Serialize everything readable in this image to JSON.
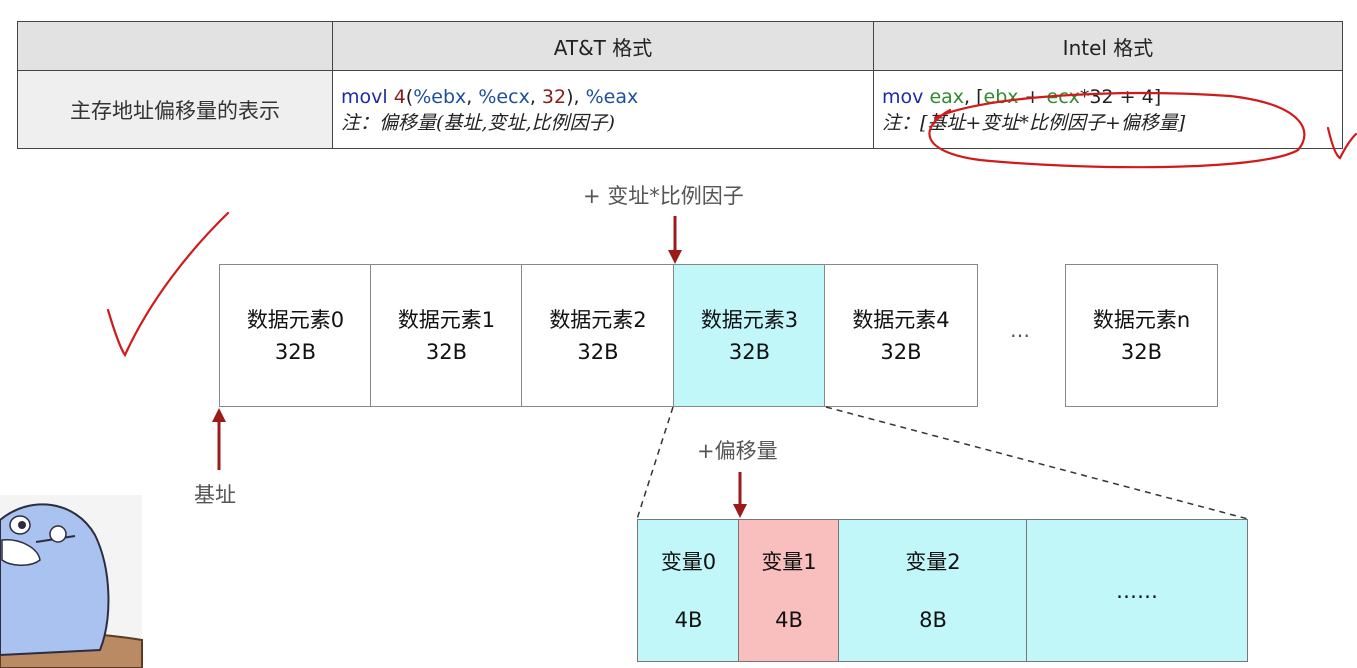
{
  "table": {
    "header_att": "AT&T 格式",
    "header_intel": "Intel 格式",
    "row_label": "主存地址偏移量的表示",
    "att": {
      "op": "movl",
      "disp": "4",
      "open": "(",
      "base": "%ebx",
      "sep1": ", ",
      "index": "%ecx",
      "sep2": ", ",
      "scale": "32",
      "close": "), ",
      "dest": "%eax",
      "note": "注：偏移量(基址,变址,比例因子)"
    },
    "intel": {
      "op": "mov",
      "dest": "eax",
      "comma": ", ",
      "open": "[",
      "base": "ebx",
      "plus1": " + ",
      "index": "ecx",
      "rest": "*32 + 4",
      "close": "]",
      "note": "注：[基址+变址*比例因子+偏移量]"
    }
  },
  "array": {
    "elements": [
      {
        "name": "数据元素0",
        "size": "32B"
      },
      {
        "name": "数据元素1",
        "size": "32B"
      },
      {
        "name": "数据元素2",
        "size": "32B"
      },
      {
        "name": "数据元素3",
        "size": "32B"
      },
      {
        "name": "数据元素4",
        "size": "32B"
      },
      {
        "name": "数据元素n",
        "size": "32B"
      }
    ],
    "ellipsis": "…",
    "highlight_color": "#c2f7fa"
  },
  "labels": {
    "index_scale": "+ 变址*比例因子",
    "base": "基址",
    "offset": "+偏移量"
  },
  "struct": {
    "vars": [
      {
        "name": "变量0",
        "size": "4B"
      },
      {
        "name": "变量1",
        "size": "4B"
      },
      {
        "name": "变量2",
        "size": "8B"
      }
    ],
    "ellipsis": "……",
    "highlight_color": "#f9bebe"
  },
  "colors": {
    "arrow": "#9b1b1b",
    "annotation": "#d11a1a"
  }
}
